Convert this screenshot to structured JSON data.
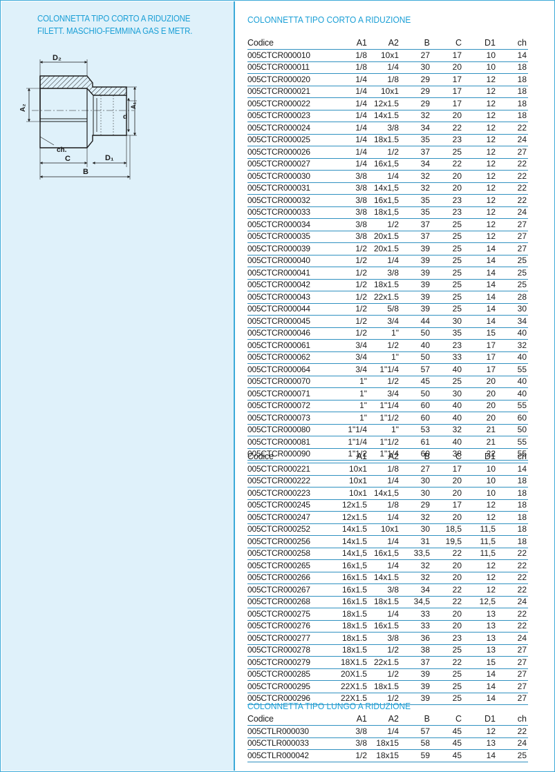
{
  "left_title": {
    "line1": "COLONNETTA TIPO CORTO A RIDUZIONE",
    "line2": "FILETT. MASCHIO-FEMMINA GAS E METR."
  },
  "diagram_labels": {
    "d2": "D₂",
    "a2": "A₂",
    "d": "d",
    "a1": "A₁",
    "ch": "ch.",
    "c": "C",
    "d1": "D₁",
    "b": "B"
  },
  "colors": {
    "accent": "#1a9fd6",
    "panel_background": "#dff1fa",
    "rule_line": "#2e90c0"
  },
  "columns": {
    "code": "Codice",
    "a1": "A1",
    "a2": "A2",
    "b": "B",
    "c": "C",
    "d1": "D1",
    "ch": "ch"
  },
  "section1": {
    "title": "COLONNETTA TIPO CORTO A RIDUZIONE",
    "rows": [
      [
        "005CTCR000010",
        "1/8",
        "10x1",
        "27",
        "17",
        "10",
        "14"
      ],
      [
        "005CTCR000011",
        "1/8",
        "1/4",
        "30",
        "20",
        "10",
        "18"
      ],
      [
        "005CTCR000020",
        "1/4",
        "1/8",
        "29",
        "17",
        "12",
        "18"
      ],
      [
        "005CTCR000021",
        "1/4",
        "10x1",
        "29",
        "17",
        "12",
        "18"
      ],
      [
        "005CTCR000022",
        "1/4",
        "12x1.5",
        "29",
        "17",
        "12",
        "18"
      ],
      [
        "005CTCR000023",
        "1/4",
        "14x1.5",
        "32",
        "20",
        "12",
        "18"
      ],
      [
        "005CTCR000024",
        "1/4",
        "3/8",
        "34",
        "22",
        "12",
        "22"
      ],
      [
        "005CTCR000025",
        "1/4",
        "18x1.5",
        "35",
        "23",
        "12",
        "24"
      ],
      [
        "005CTCR000026",
        "1/4",
        "1/2",
        "37",
        "25",
        "12",
        "27"
      ],
      [
        "005CTCR000027",
        "1/4",
        "16x1,5",
        "34",
        "22",
        "12",
        "22"
      ],
      [
        "005CTCR000030",
        "3/8",
        "1/4",
        "32",
        "20",
        "12",
        "22"
      ],
      [
        "005CTCR000031",
        "3/8",
        "14x1,5",
        "32",
        "20",
        "12",
        "22"
      ],
      [
        "005CTCR000032",
        "3/8",
        "16x1,5",
        "35",
        "23",
        "12",
        "22"
      ],
      [
        "005CTCR000033",
        "3/8",
        "18x1,5",
        "35",
        "23",
        "12",
        "24"
      ],
      [
        "005CTCR000034",
        "3/8",
        "1/2",
        "37",
        "25",
        "12",
        "27"
      ],
      [
        "005CTCR000035",
        "3/8",
        "20x1.5",
        "37",
        "25",
        "12",
        "27"
      ],
      [
        "005CTCR000039",
        "1/2",
        "20x1.5",
        "39",
        "25",
        "14",
        "27"
      ],
      [
        "005CTCR000040",
        "1/2",
        "1/4",
        "39",
        "25",
        "14",
        "25"
      ],
      [
        "005CTCR000041",
        "1/2",
        "3/8",
        "39",
        "25",
        "14",
        "25"
      ],
      [
        "005CTCR000042",
        "1/2",
        "18x1.5",
        "39",
        "25",
        "14",
        "25"
      ],
      [
        "005CTCR000043",
        "1/2",
        "22x1.5",
        "39",
        "25",
        "14",
        "28"
      ],
      [
        "005CTCR000044",
        "1/2",
        "5/8",
        "39",
        "25",
        "14",
        "30"
      ],
      [
        "005CTCR000045",
        "1/2",
        "3/4",
        "44",
        "30",
        "14",
        "34"
      ],
      [
        "005CTCR000046",
        "1/2",
        "1\"",
        "50",
        "35",
        "15",
        "40"
      ],
      [
        "005CTCR000061",
        "3/4",
        "1/2",
        "40",
        "23",
        "17",
        "32"
      ],
      [
        "005CTCR000062",
        "3/4",
        "1\"",
        "50",
        "33",
        "17",
        "40"
      ],
      [
        "005CTCR000064",
        "3/4",
        "1\"1/4",
        "57",
        "40",
        "17",
        "55"
      ],
      [
        "005CTCR000070",
        "1\"",
        "1/2",
        "45",
        "25",
        "20",
        "40"
      ],
      [
        "005CTCR000071",
        "1\"",
        "3/4",
        "50",
        "30",
        "20",
        "40"
      ],
      [
        "005CTCR000072",
        "1\"",
        "1\"1/4",
        "60",
        "40",
        "20",
        "55"
      ],
      [
        "005CTCR000073",
        "1\"",
        "1\"1/2",
        "60",
        "40",
        "20",
        "60"
      ],
      [
        "005CTCR000080",
        "1\"1/4",
        "1\"",
        "53",
        "32",
        "21",
        "50"
      ],
      [
        "005CTCR000081",
        "1\"1/4",
        "1\"1/2",
        "61",
        "40",
        "21",
        "55"
      ],
      [
        "005CTCR000090",
        "1\"1/2",
        "1\"1/4",
        "60",
        "38",
        "22",
        "55"
      ]
    ]
  },
  "section2": {
    "rows": [
      [
        "005CTCR000221",
        "10x1",
        "1/8",
        "27",
        "17",
        "10",
        "14"
      ],
      [
        "005CTCR000222",
        "10x1",
        "1/4",
        "30",
        "20",
        "10",
        "18"
      ],
      [
        "005CTCR000223",
        "10x1",
        "14x1,5",
        "30",
        "20",
        "10",
        "18"
      ],
      [
        "005CTCR000245",
        "12x1.5",
        "1/8",
        "29",
        "17",
        "12",
        "18"
      ],
      [
        "005CTCR000247",
        "12x1.5",
        "1/4",
        "32",
        "20",
        "12",
        "18"
      ],
      [
        "005CTCR000252",
        "14x1.5",
        "10x1",
        "30",
        "18,5",
        "11,5",
        "18"
      ],
      [
        "005CTCR000256",
        "14x1.5",
        "1/4",
        "31",
        "19,5",
        "11,5",
        "18"
      ],
      [
        "005CTCR000258",
        "14x1,5",
        "16x1,5",
        "33,5",
        "22",
        "11,5",
        "22"
      ],
      [
        "005CTCR000265",
        "16x1,5",
        "1/4",
        "32",
        "20",
        "12",
        "22"
      ],
      [
        "005CTCR000266",
        "16x1.5",
        "14x1.5",
        "32",
        "20",
        "12",
        "22"
      ],
      [
        "005CTCR000267",
        "16x1.5",
        "3/8",
        "34",
        "22",
        "12",
        "22"
      ],
      [
        "005CTCR000268",
        "16x1.5",
        "18x1.5",
        "34,5",
        "22",
        "12,5",
        "24"
      ],
      [
        "005CTCR000275",
        "18x1.5",
        "1/4",
        "33",
        "20",
        "13",
        "22"
      ],
      [
        "005CTCR000276",
        "18x1.5",
        "16x1.5",
        "33",
        "20",
        "13",
        "22"
      ],
      [
        "005CTCR000277",
        "18x1.5",
        "3/8",
        "36",
        "23",
        "13",
        "24"
      ],
      [
        "005CTCR000278",
        "18x1.5",
        "1/2",
        "38",
        "25",
        "13",
        "27"
      ],
      [
        "005CTCR000279",
        "18X1.5",
        "22x1.5",
        "37",
        "22",
        "15",
        "27"
      ],
      [
        "005CTCR000285",
        "20X1.5",
        "1/2",
        "39",
        "25",
        "14",
        "27"
      ],
      [
        "005CTCR000295",
        "22X1.5",
        "18x1.5",
        "39",
        "25",
        "14",
        "27"
      ],
      [
        "005CTCR000296",
        "22X1.5",
        "1/2",
        "39",
        "25",
        "14",
        "27"
      ]
    ]
  },
  "section3": {
    "title": "COLONNETTA TIPO LUNGO A RIDUZIONE",
    "rows": [
      [
        "005CTLR000030",
        "3/8",
        "1/4",
        "57",
        "45",
        "12",
        "22"
      ],
      [
        "005CTLR000033",
        "3/8",
        "18x15",
        "58",
        "45",
        "13",
        "24"
      ],
      [
        "005CTLR000042",
        "1/2",
        "18x15",
        "59",
        "45",
        "14",
        "25"
      ]
    ]
  }
}
